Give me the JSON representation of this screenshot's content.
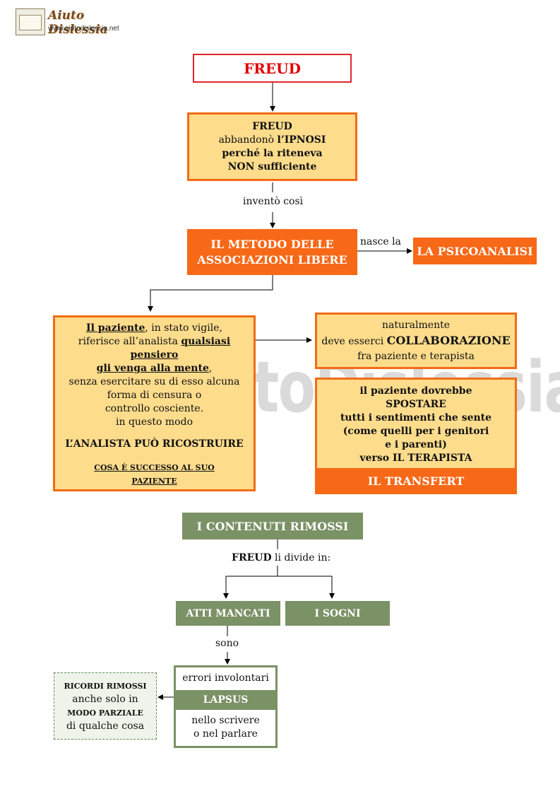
{
  "header": {
    "logo_title": "Aiuto Dislessia",
    "logo_url": "www.aiutodislessia.net"
  },
  "watermark": "By AiutoDislessia.net",
  "title": "FREUD",
  "ipnosi_box": {
    "line1": "FREUD",
    "line2_a": "abbandonò ",
    "line2_b": "l’IPNOSI",
    "line3": "perché  la riteneva",
    "line4": "NON sufficiente"
  },
  "connector_invento": "inventò così",
  "metodo_box": {
    "line1": "IL METODO DELLE",
    "line2": "ASSOCIAZIONI LIBERE"
  },
  "connector_nasce": "nasce la",
  "psicoanalisi": "LA PSICOANALISI",
  "paziente_box": {
    "l1_a": "Il paziente",
    "l1_b": ", in stato vigile,",
    "l2_a": "riferisce all’analista ",
    "l2_b": "qualsiasi pensiero",
    "l3_a": "gli venga alla mente",
    "l3_b": ",",
    "l4": "senza esercitare su di esso alcuna",
    "l5": "forma di censura o",
    "l6": "controllo cosciente.",
    "l7": "in questo modo",
    "l8": "L’ANALISTA PUÒ RICOSTRUIRE",
    "l9": "COSA È SUCCESSO AL SUO",
    "l10": "PAZIENTE"
  },
  "collab_box": {
    "line1": "naturalmente",
    "line2_a": "deve esserci ",
    "line2_b": "COLLABORAZIONE",
    "line3": "fra paziente e terapista"
  },
  "sposta_box": {
    "line1": "il paziente dovrebbe",
    "line2": "SPOSTARE",
    "line3": "tutti i sentimenti che sente",
    "line4": "(come quelli per i genitori",
    "line5": "e i parenti)",
    "line6": "verso  IL TERAPISTA"
  },
  "transfert": "IL TRANSFERT",
  "contenuti": "I CONTENUTI RIMOSSI",
  "divide": {
    "a": "FREUD",
    "b": " li divide in:"
  },
  "atti_mancati": "ATTI  MANCATI",
  "sogni": "I SOGNI",
  "connector_sono": "sono",
  "errori": "errori involontari",
  "lapsus": "LAPSUS",
  "scrivere": {
    "line1": "nello scrivere",
    "line2": "o nel parlare"
  },
  "ricordi": {
    "line1": "RICORDI RIMOSSI",
    "line2": "anche solo in",
    "line3": "MODO PARZIALE",
    "line4": "di qualche cosa"
  },
  "colors": {
    "red": "#e00000",
    "orange": "#f76817",
    "yellow": "#fddc8c",
    "green": "#7b9166"
  }
}
